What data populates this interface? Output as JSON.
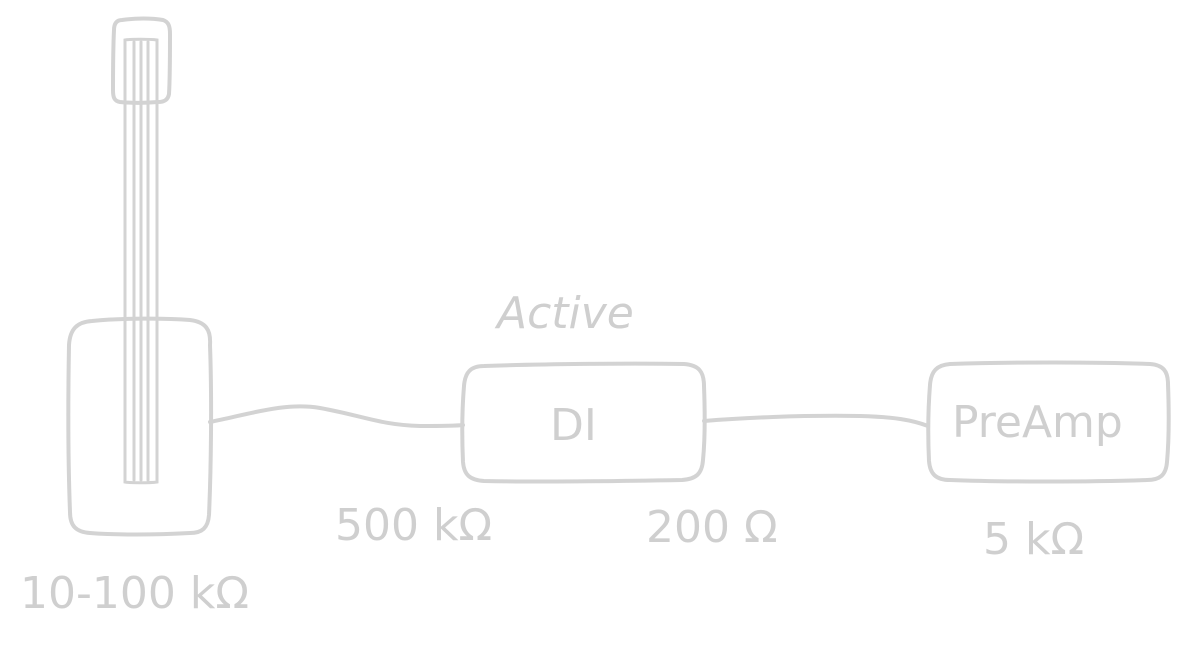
{
  "diagram": {
    "guitar": {
      "impedance_label": "10-100 kΩ"
    },
    "di_box": {
      "label": "DI",
      "type_label": "Active",
      "input_impedance_label": "500 kΩ",
      "output_impedance_label": "200 Ω"
    },
    "preamp": {
      "label": "PreAmp",
      "input_impedance_label": "5 kΩ"
    },
    "colors": {
      "stroke": "#d3d3d3",
      "text": "#cfcfcf",
      "background": "#ffffff"
    }
  }
}
